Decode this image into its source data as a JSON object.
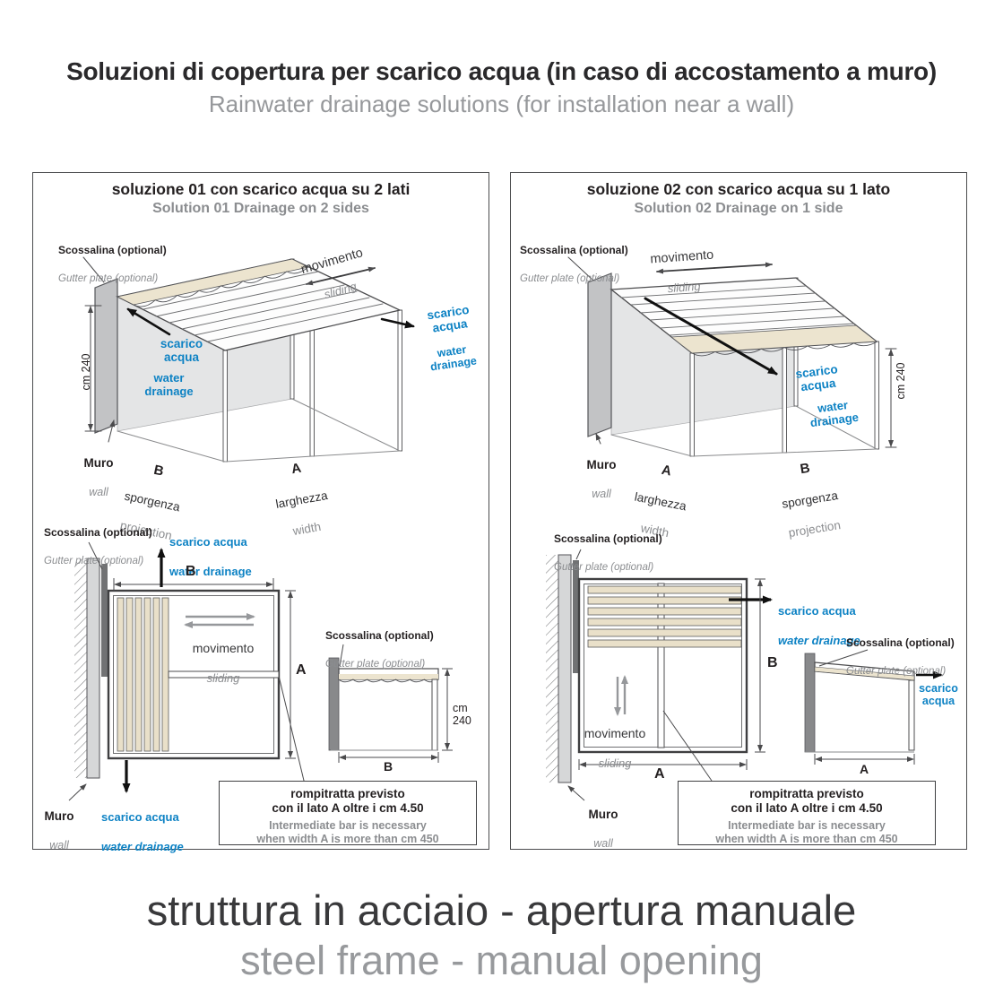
{
  "header": {
    "title_it": "Soluzioni di copertura per scarico acqua (in caso di accostamento a muro)",
    "title_en": "Rainwater drainage solutions (for installation near a wall)"
  },
  "labels": {
    "scossalina_it": "Scossalina (optional)",
    "scossalina_en": "Gutter plate (optional)",
    "movimento": "movimento",
    "sliding": "sliding",
    "scarico_acqua": "scarico acqua",
    "water_drainage": "water drainage",
    "scarico_acqua_stack": "scarico\nacqua",
    "water_drainage_stack": "water\ndrainage",
    "muro": "Muro",
    "wall": "wall",
    "cm240": "cm 240",
    "dim_a": "A",
    "dim_b": "B",
    "sporgenza": "sporgenza",
    "projection": "projection",
    "larghezza": "larghezza",
    "width": "width",
    "note_it_1": "rompitratta previsto",
    "note_it_2": "con il lato A oltre i cm 4.50",
    "note_en_1": "Intermediate bar is necessary",
    "note_en_2": "when width A is more than cm 450"
  },
  "panel1": {
    "title_it": "soluzione 01 con scarico acqua su 2 lati",
    "title_en": "Solution 01 Drainage on 2 sides"
  },
  "panel2": {
    "title_it": "soluzione 02 con scarico acqua su 1 lato",
    "title_en": "Solution 02 Drainage on 1 side"
  },
  "footer": {
    "line_it": "struttura in acciaio - apertura manuale",
    "line_en": "steel frame - manual opening"
  },
  "colors": {
    "accent_blue": "#0d82c4",
    "fabric_tan": "#e9e0c9",
    "text_gray": "#8b8d90",
    "text_dark": "#231f20"
  }
}
